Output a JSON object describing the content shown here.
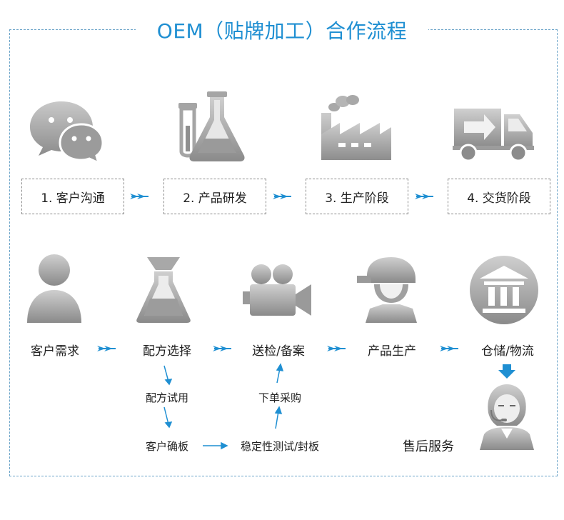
{
  "title": "OEM（贴牌加工）合作流程",
  "stages": [
    {
      "label": "1. 客户沟通",
      "icon": "chat-bubbles-icon"
    },
    {
      "label": "2. 产品研发",
      "icon": "lab-flask-icon"
    },
    {
      "label": "3. 生产阶段",
      "icon": "factory-icon"
    },
    {
      "label": "4. 交货阶段",
      "icon": "delivery-truck-icon"
    }
  ],
  "flow": [
    {
      "label": "客户需求",
      "icon": "person-icon"
    },
    {
      "label": "配方选择",
      "icon": "formula-flask-icon"
    },
    {
      "label": "送检/备案",
      "icon": "video-camera-icon"
    },
    {
      "label": "产品生产",
      "icon": "worker-helmet-icon"
    },
    {
      "label": "仓储/物流",
      "icon": "bank-building-icon"
    }
  ],
  "branch": {
    "formula_trial": "配方试用",
    "customer_confirm": "客户确板",
    "stability_test": "稳定性测试/封板",
    "purchase_order": "下单采购"
  },
  "service": {
    "label": "售后服务",
    "icon": "customer-service-icon"
  },
  "colors": {
    "accent": "#1f8fd2",
    "icon_gray": "#9a9a9a",
    "frame": "#6aa3c8"
  }
}
